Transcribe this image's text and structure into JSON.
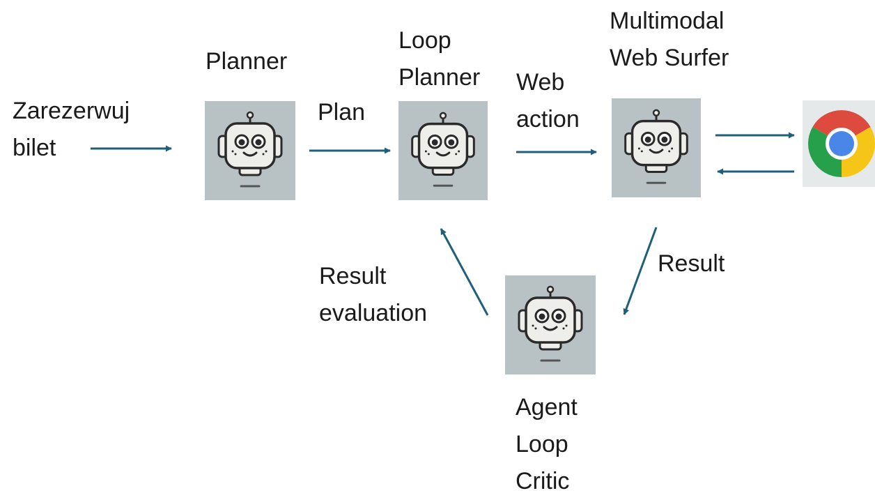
{
  "input": {
    "line1": "Zarezerwuj",
    "line2": "bilet"
  },
  "nodes": {
    "planner": {
      "label": "Planner",
      "icon": "robot-icon"
    },
    "loop_planner": {
      "line1": "Loop",
      "line2": "Planner",
      "icon": "robot-icon"
    },
    "web_surfer": {
      "line1": "Multimodal",
      "line2": "Web Surfer",
      "icon": "robot-icon"
    },
    "critic": {
      "line1": "Agent",
      "line2": "Loop",
      "line3": "Critic",
      "icon": "robot-icon"
    },
    "browser": {
      "icon": "chrome-icon"
    }
  },
  "edges": {
    "plan": "Plan",
    "web_action": {
      "line1": "Web",
      "line2": "action"
    },
    "result": "Result",
    "result_evaluation": {
      "line1": "Result",
      "line2": "evaluation"
    }
  },
  "colors": {
    "arrow": "#1f5f7a",
    "tile": "#b8c2c4",
    "robot_outline": "#2a2a2a",
    "robot_face": "#eeeeea"
  }
}
